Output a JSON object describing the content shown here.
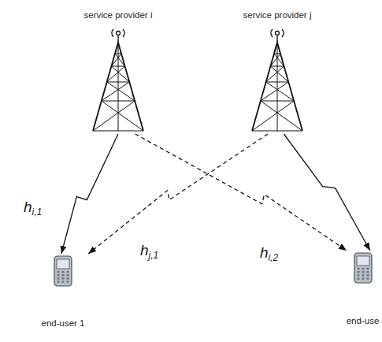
{
  "diagram": {
    "nodes": [
      {
        "text": [
          "service provider i"
        ]
      },
      {
        "text": [
          "service provider j"
        ]
      },
      {
        "text": [
          "end-user 1"
        ]
      },
      {
        "text": [
          "end-use"
        ]
      }
    ],
    "edges": [
      {
        "from": 0,
        "to": 2,
        "arrow": "to",
        "label": "hi,1"
      },
      {
        "from": 1,
        "to": 2,
        "arrow": "to",
        "label": "hj,1"
      },
      {
        "from": 0,
        "to": 3,
        "arrow": "to",
        "label": "hi,2"
      },
      {
        "from": 1,
        "to": 3,
        "arrow": "to"
      }
    ]
  }
}
